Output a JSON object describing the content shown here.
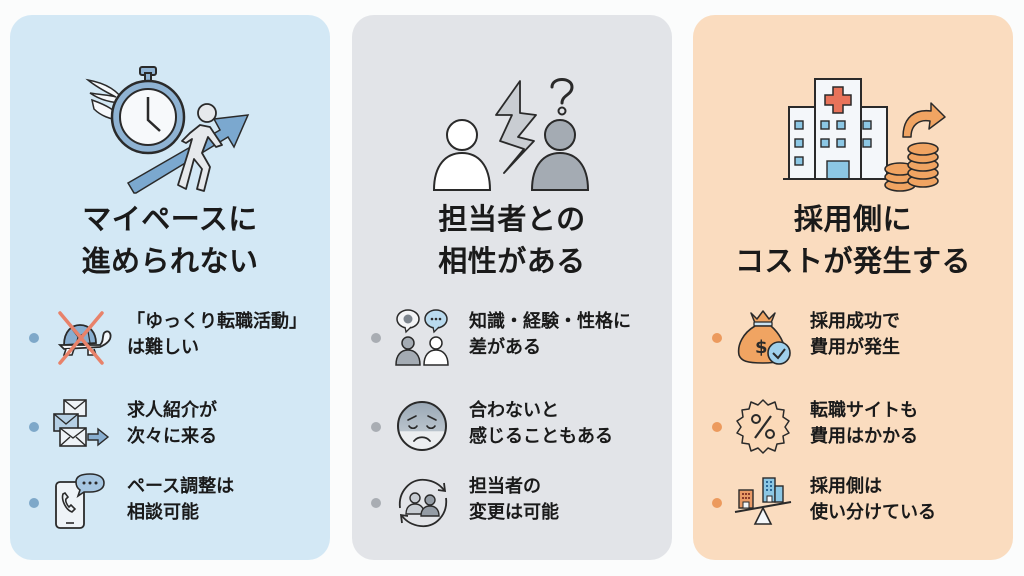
{
  "cards": [
    {
      "theme": "blue",
      "hero_icon": "stopwatch-runner-arrow-icon",
      "title": [
        "マイペースに",
        "進められない"
      ],
      "items": [
        {
          "icon": "crossed-turtle-icon",
          "text": [
            "「ゆっくり転職活動」",
            "は難しい"
          ]
        },
        {
          "icon": "envelopes-arrow-icon",
          "text": [
            "求人紹介が",
            "次々に来る"
          ]
        },
        {
          "icon": "phone-chat-icon",
          "text": [
            "ペース調整は",
            "相談可能"
          ]
        }
      ]
    },
    {
      "theme": "gray",
      "hero_icon": "two-people-conflict-icon",
      "title": [
        "担当者との",
        "相性がある"
      ],
      "items": [
        {
          "icon": "people-speech-bubbles-icon",
          "text": [
            "知識・経験・性格に",
            "差がある"
          ]
        },
        {
          "icon": "sad-face-icon",
          "text": [
            "合わないと",
            "感じることもある"
          ]
        },
        {
          "icon": "swap-people-icon",
          "text": [
            "担当者の",
            "変更は可能"
          ]
        }
      ]
    },
    {
      "theme": "orange",
      "hero_icon": "hospital-coins-icon",
      "title": [
        "採用側に",
        "コストが発生する"
      ],
      "items": [
        {
          "icon": "money-bag-check-icon",
          "text": [
            "採用成功で",
            "費用が発生"
          ]
        },
        {
          "icon": "percent-badge-icon",
          "text": [
            "転職サイトも",
            "費用はかかる"
          ]
        },
        {
          "icon": "balance-buildings-icon",
          "text": [
            "採用側は",
            "使い分けている"
          ]
        }
      ]
    }
  ],
  "colors": {
    "blue_card": "#d3e8f5",
    "gray_card": "#e2e4e8",
    "orange_card": "#fadcbf",
    "accent_blue": "#6e9fc6",
    "accent_gray": "#8e96a0",
    "accent_orange": "#ef9f5e",
    "cross_red": "#e8826a"
  }
}
